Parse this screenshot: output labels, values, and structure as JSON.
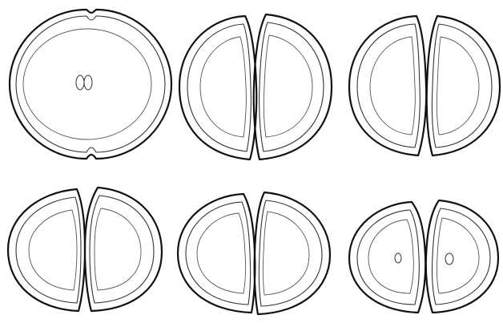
{
  "figure": {
    "stages": [
      {
        "id": 1,
        "form": "single-cell"
      },
      {
        "id": 2,
        "form": "divided"
      },
      {
        "id": 3,
        "form": "divided"
      },
      {
        "id": 4,
        "form": "divided"
      },
      {
        "id": 5,
        "form": "divided"
      },
      {
        "id": 6,
        "form": "divided-with-nuclei"
      }
    ],
    "colors": {
      "background": "#ffffff",
      "line": "#111111"
    }
  }
}
